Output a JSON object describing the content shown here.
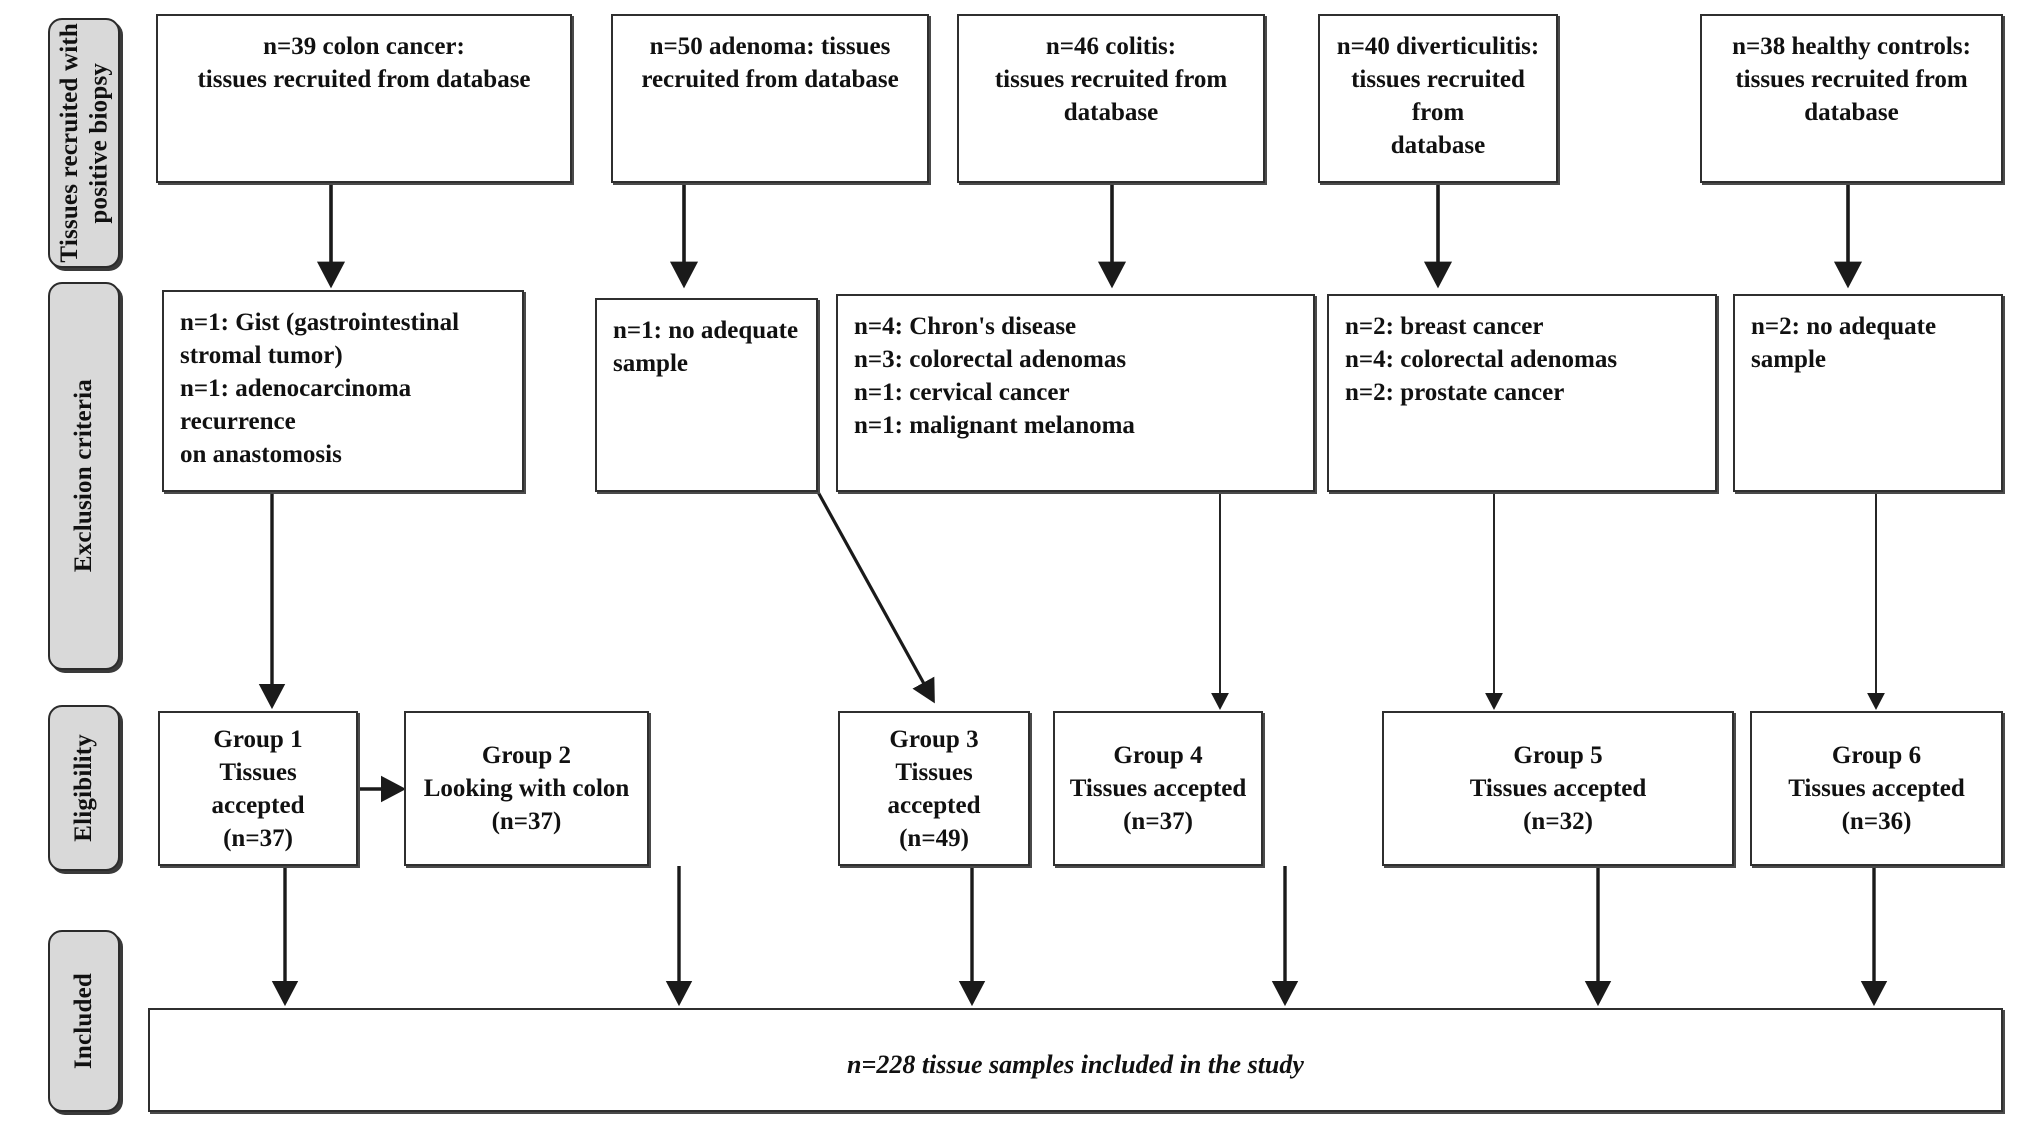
{
  "figure": {
    "type": "flowchart",
    "title": "Study participant / tissue sample flow diagram"
  },
  "stages": [
    {
      "name": "recruitment",
      "label": "Tissues recruited with\npositive biopsy"
    },
    {
      "name": "exclusion",
      "label": "Exclusion criteria"
    },
    {
      "name": "eligibility",
      "label": "Eligibility"
    },
    {
      "name": "included",
      "label": "Included"
    }
  ],
  "recruited": [
    {
      "name": "colon-cancer",
      "text": "n=39 colon cancer:\ntissues recruited from database"
    },
    {
      "name": "adenoma",
      "text": "n=50 adenoma:  tissues\nrecruited from database"
    },
    {
      "name": "colitis",
      "text": "n=46 colitis:\ntissues recruited from\ndatabase"
    },
    {
      "name": "diverticulitis",
      "text": "n=40 diverticulitis:\ntissues recruited from\ndatabase"
    },
    {
      "name": "healthy-controls",
      "text": "n=38 healthy controls:\ntissues recruited from\ndatabase"
    }
  ],
  "exclusions": [
    {
      "name": "colon-cancer-exclusions",
      "text": "n=1: Gist (gastrointestinal\nstromal tumor)\n n=1: adenocarcinoma recurrence\non anastomosis"
    },
    {
      "name": "adenoma-exclusions",
      "text": " n=1: no adequate\nsample"
    },
    {
      "name": "colitis-exclusions",
      "text": "n=4: Chron's disease\nn=3: colorectal adenomas\nn=1: cervical cancer\nn=1: malignant melanoma"
    },
    {
      "name": "diverticulitis-exclusions",
      "text": "n=2: breast cancer\nn=4: colorectal adenomas\nn=2: prostate cancer"
    },
    {
      "name": "healthy-controls-exclusions",
      "text": "n=2: no adequate\nsample"
    }
  ],
  "groups": [
    {
      "name": "group-1",
      "text": "Group 1\nTissues accepted\n(n=37)",
      "group": "Group 1",
      "status": "Tissues accepted",
      "n": 37
    },
    {
      "name": "group-2",
      "text": "Group 2\nLooking with colon\n(n=37)",
      "group": "Group 2",
      "status": "Looking with colon",
      "n": 37
    },
    {
      "name": "group-3",
      "text": "Group 3\nTissues accepted\n(n=49)",
      "group": "Group 3",
      "status": "Tissues accepted",
      "n": 49
    },
    {
      "name": "group-4",
      "text": "Group 4\nTissues accepted\n(n=37)",
      "group": "Group 4",
      "status": "Tissues accepted",
      "n": 37
    },
    {
      "name": "group-5",
      "text": "Group 5\nTissues accepted\n(n=32)",
      "group": "Group 5",
      "status": "Tissues accepted",
      "n": 32
    },
    {
      "name": "group-6",
      "text": "Group 6\nTissues accepted\n(n=36)",
      "group": "Group 6",
      "status": "Tissues accepted",
      "n": 36
    }
  ],
  "summary": {
    "name": "included-summary",
    "text": "n=228 tissue samples included in the study",
    "n": 228
  },
  "colors": {
    "stage_fill": "#d9d9d9",
    "box_stroke": "#2f2f2f",
    "text": "#111111",
    "background": "#ffffff"
  }
}
